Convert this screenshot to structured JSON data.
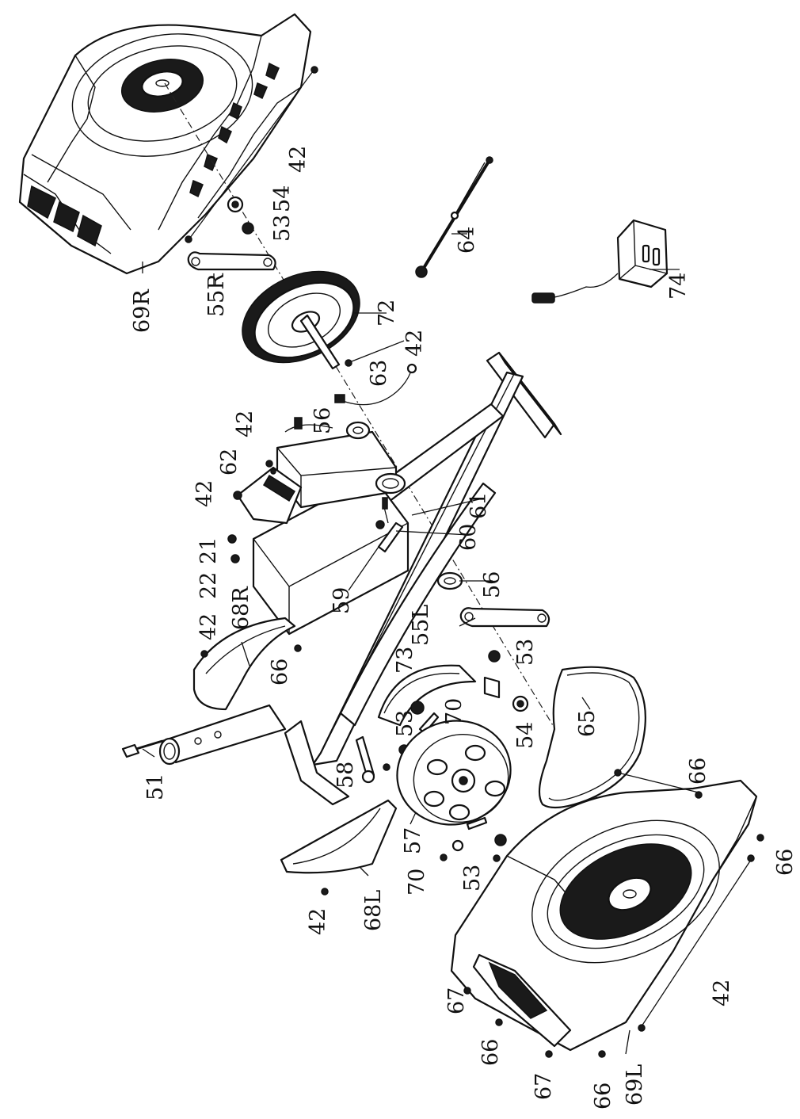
{
  "diagram": {
    "labels": [
      {
        "id": "p42a",
        "text": "42"
      },
      {
        "id": "p54a",
        "text": "54"
      },
      {
        "id": "p53a",
        "text": "53"
      },
      {
        "id": "p69R",
        "text": "69R"
      },
      {
        "id": "p55R",
        "text": "55R"
      },
      {
        "id": "p72",
        "text": "72"
      },
      {
        "id": "p42b",
        "text": "42"
      },
      {
        "id": "p63",
        "text": "63"
      },
      {
        "id": "p64",
        "text": "64"
      },
      {
        "id": "p74",
        "text": "74"
      },
      {
        "id": "p56a",
        "text": "56"
      },
      {
        "id": "p42c",
        "text": "42"
      },
      {
        "id": "p62",
        "text": "62"
      },
      {
        "id": "p42d",
        "text": "42"
      },
      {
        "id": "p21",
        "text": "21"
      },
      {
        "id": "p22",
        "text": "22"
      },
      {
        "id": "p61",
        "text": "61"
      },
      {
        "id": "p60",
        "text": "60"
      },
      {
        "id": "p56b",
        "text": "56"
      },
      {
        "id": "p59",
        "text": "59"
      },
      {
        "id": "p55L",
        "text": "55L"
      },
      {
        "id": "p68R",
        "text": "68R"
      },
      {
        "id": "p42e",
        "text": "42"
      },
      {
        "id": "p66a",
        "text": "66"
      },
      {
        "id": "p73",
        "text": "73"
      },
      {
        "id": "p53b",
        "text": "53"
      },
      {
        "id": "p53c",
        "text": "53"
      },
      {
        "id": "p70a",
        "text": "70"
      },
      {
        "id": "p54b",
        "text": "54"
      },
      {
        "id": "p65",
        "text": "65"
      },
      {
        "id": "p51",
        "text": "51"
      },
      {
        "id": "p58",
        "text": "58"
      },
      {
        "id": "p57",
        "text": "57"
      },
      {
        "id": "p70b",
        "text": "70"
      },
      {
        "id": "p53d",
        "text": "53"
      },
      {
        "id": "p42f",
        "text": "42"
      },
      {
        "id": "p68L",
        "text": "68L"
      },
      {
        "id": "p66b",
        "text": "66"
      },
      {
        "id": "p66c",
        "text": "66"
      },
      {
        "id": "p42g",
        "text": "42"
      },
      {
        "id": "p67a",
        "text": "67"
      },
      {
        "id": "p66d",
        "text": "66"
      },
      {
        "id": "p67b",
        "text": "67"
      },
      {
        "id": "p66e",
        "text": "66"
      },
      {
        "id": "p69L",
        "text": "69L"
      }
    ]
  }
}
